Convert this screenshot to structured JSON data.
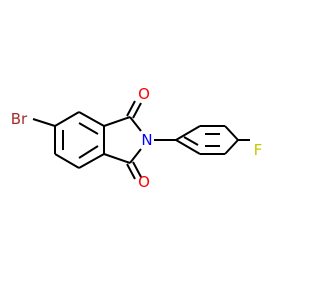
{
  "molecule": {
    "atoms": {
      "bromine": "Br",
      "nitrogen": "N",
      "oxygen_top": "O",
      "oxygen_bottom": "O",
      "fluorine": "F"
    },
    "colors": {
      "bond": "#000000",
      "carbon": "#000000",
      "bromine": "#a52a2a",
      "nitrogen": "#0000ff",
      "oxygen": "#ff0000",
      "fluorine": "#c8c800"
    }
  }
}
